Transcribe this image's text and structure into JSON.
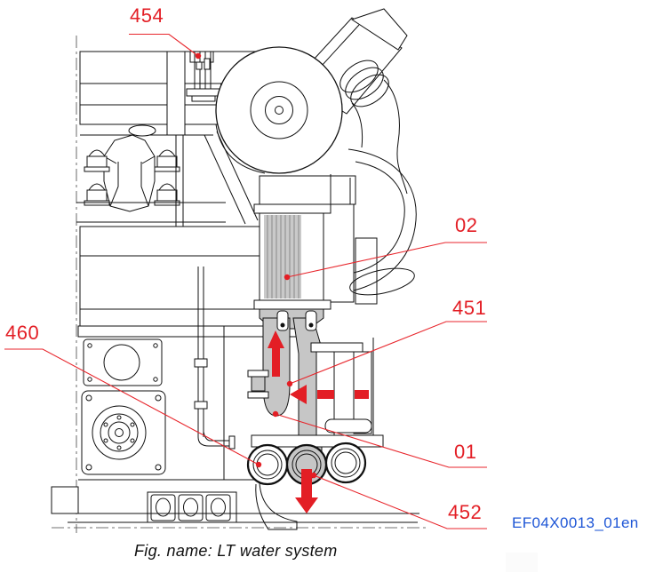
{
  "figure": {
    "caption": "Fig. name: LT water system",
    "doc_id": "EF04X0013_01en",
    "type": "engine cross-section technical drawing"
  },
  "callouts": {
    "n454": {
      "label": "454"
    },
    "n02": {
      "label": "02"
    },
    "n451": {
      "label": "451"
    },
    "n460": {
      "label": "460"
    },
    "n01": {
      "label": "01"
    },
    "n452": {
      "label": "452"
    }
  },
  "flow_arrows": [
    {
      "icon": "flow-up-arrow"
    },
    {
      "icon": "flow-left-arrow"
    },
    {
      "icon": "flow-down-arrow"
    }
  ],
  "colors": {
    "callout_red": "#e31e25",
    "leader_red": "#e8262c",
    "doc_id_blue": "#1e56d6",
    "drawing_line": "#111111",
    "pipe_shading": "#c6c6c6"
  }
}
